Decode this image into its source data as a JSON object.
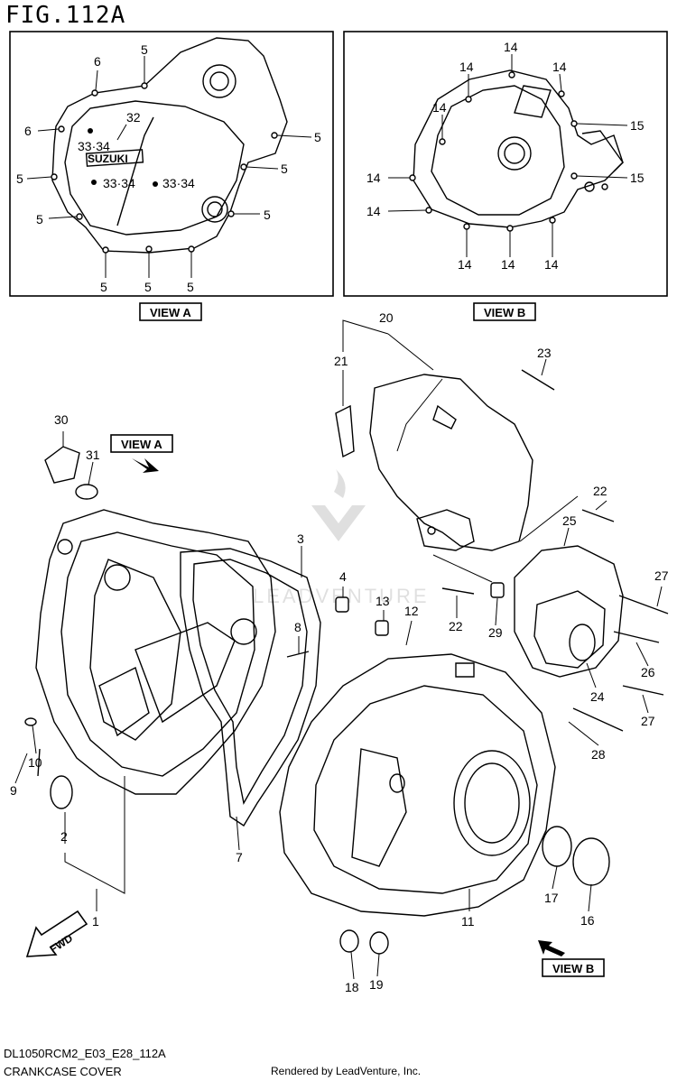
{
  "figure_title": "FIG.112A",
  "view_labels": {
    "a": "VIEW A",
    "b": "VIEW B"
  },
  "view_a_badge": "SUZUKI",
  "view_a_callouts": [
    "6",
    "5",
    "32",
    "6",
    "33·34",
    "5",
    "5",
    "33·34",
    "33·34",
    "5",
    "5",
    "5",
    "5",
    "5"
  ],
  "view_b_callouts": [
    "14",
    "14",
    "14",
    "14",
    "15",
    "14",
    "15",
    "14",
    "14",
    "14",
    "14"
  ],
  "parts": [
    "1",
    "2",
    "3",
    "4",
    "7",
    "8",
    "9",
    "10",
    "11",
    "12",
    "13",
    "16",
    "17",
    "18",
    "19",
    "20",
    "21",
    "22",
    "22",
    "23",
    "24",
    "25",
    "26",
    "27",
    "27",
    "28",
    "29",
    "30",
    "31"
  ],
  "arrows": {
    "view_a": "VIEW A",
    "view_b": "VIEW B",
    "fwd": "FWD"
  },
  "footer": {
    "code": "DL1050RCM2_E03_E28_112A",
    "caption": "CRANKCASE COVER",
    "rendered": "Rendered by LeadVenture, Inc."
  },
  "watermark": "LEADVENTURE"
}
